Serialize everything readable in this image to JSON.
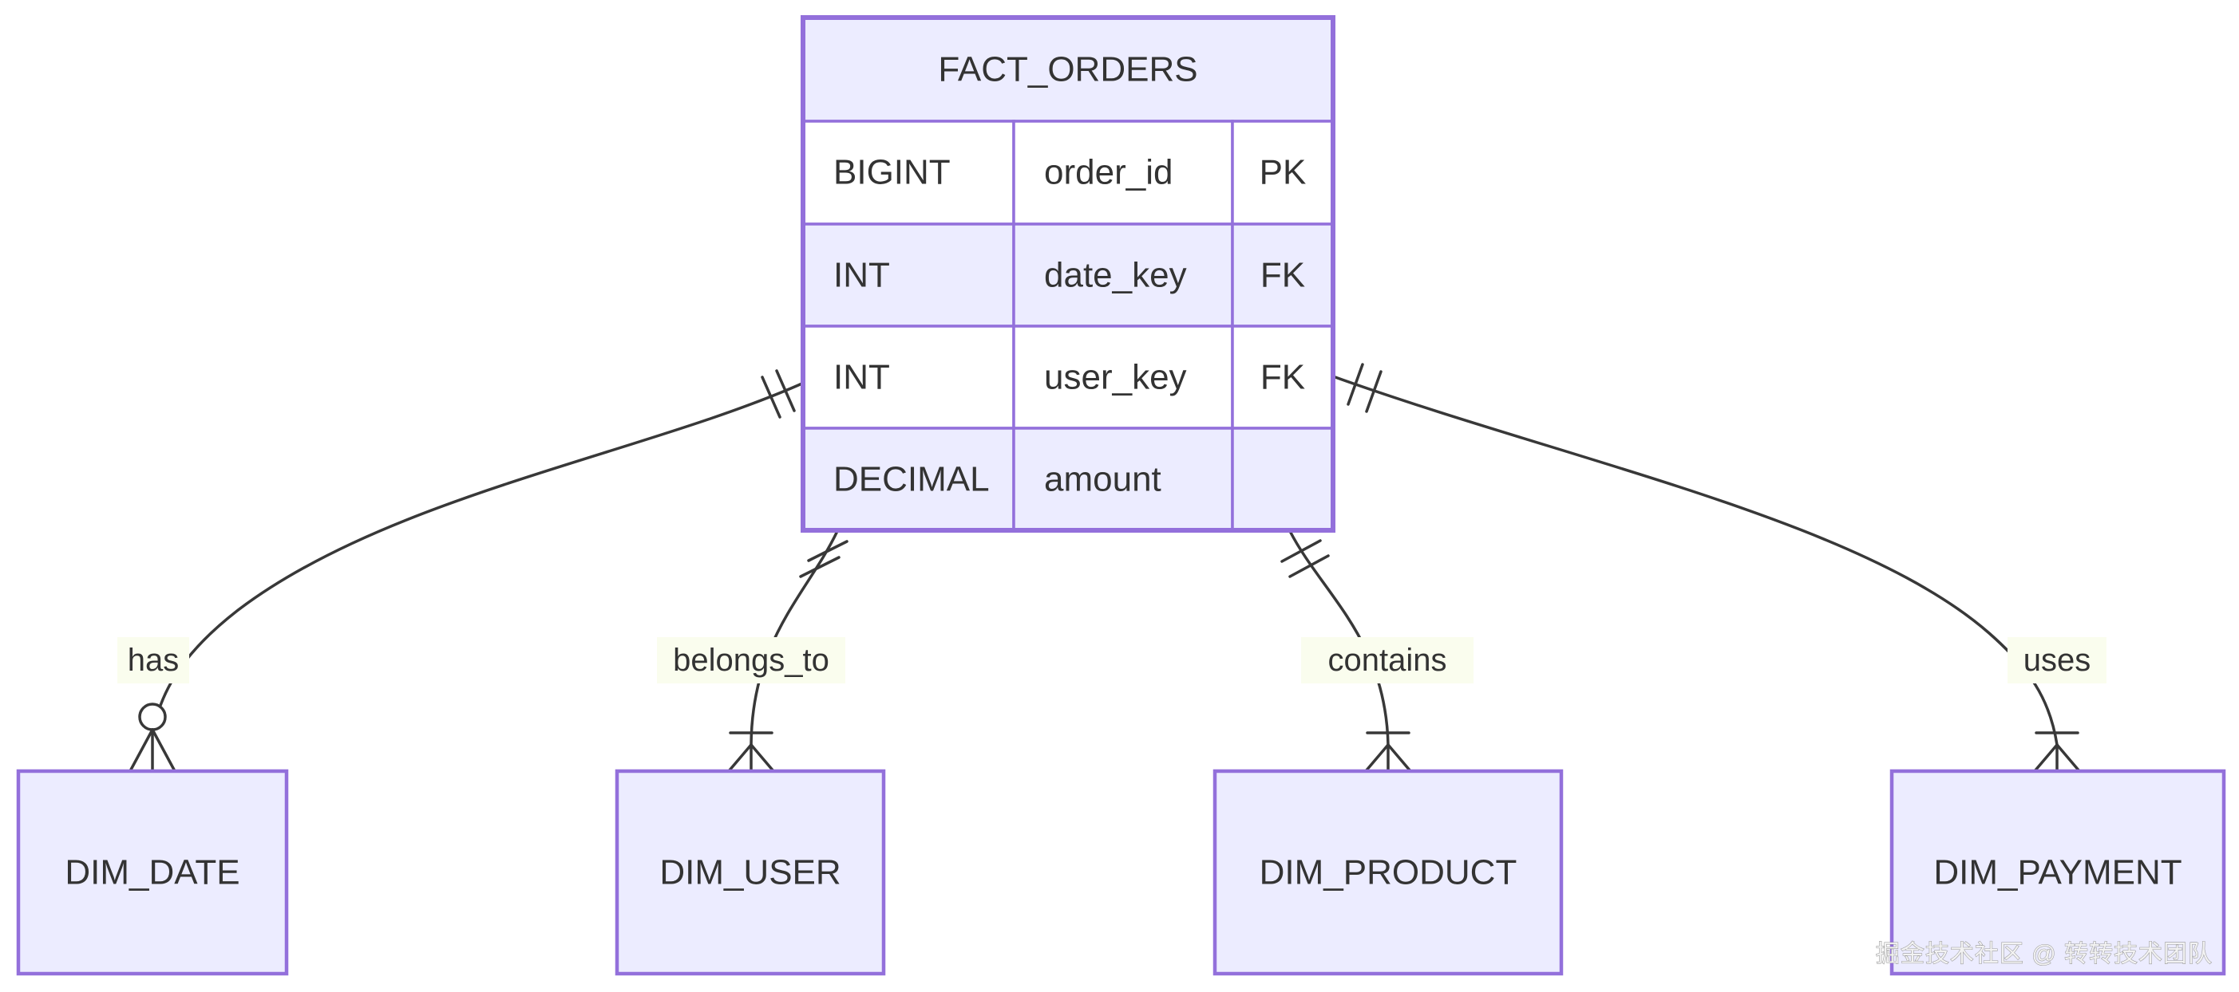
{
  "diagram": {
    "type": "er-diagram",
    "fact_table": {
      "title": "FACT_ORDERS",
      "rows": [
        {
          "type": "BIGINT",
          "name": "order_id",
          "key": "PK"
        },
        {
          "type": "INT",
          "name": "date_key",
          "key": "FK"
        },
        {
          "type": "INT",
          "name": "user_key",
          "key": "FK"
        },
        {
          "type": "DECIMAL",
          "name": "amount",
          "key": ""
        }
      ]
    },
    "entities": [
      {
        "name": "DIM_DATE"
      },
      {
        "name": "DIM_USER"
      },
      {
        "name": "DIM_PRODUCT"
      },
      {
        "name": "DIM_PAYMENT"
      }
    ],
    "relationships": [
      {
        "label": "has",
        "from": "FACT_ORDERS",
        "to": "DIM_DATE",
        "from_cardinality": "exactly-one",
        "to_cardinality": "zero-or-many"
      },
      {
        "label": "belongs_to",
        "from": "FACT_ORDERS",
        "to": "DIM_USER",
        "from_cardinality": "exactly-one",
        "to_cardinality": "one-or-many"
      },
      {
        "label": "contains",
        "from": "FACT_ORDERS",
        "to": "DIM_PRODUCT",
        "from_cardinality": "exactly-one",
        "to_cardinality": "one-or-many"
      },
      {
        "label": "uses",
        "from": "FACT_ORDERS",
        "to": "DIM_PAYMENT",
        "from_cardinality": "exactly-one",
        "to_cardinality": "one-or-many"
      }
    ],
    "watermark": "掘金技术社区 @ 转转技术团队",
    "colors": {
      "entity_fill": "#ECECFF",
      "entity_border": "#9370DB",
      "line_color": "#383838",
      "text_color": "#333333",
      "label_bg": "#fafdee"
    }
  }
}
